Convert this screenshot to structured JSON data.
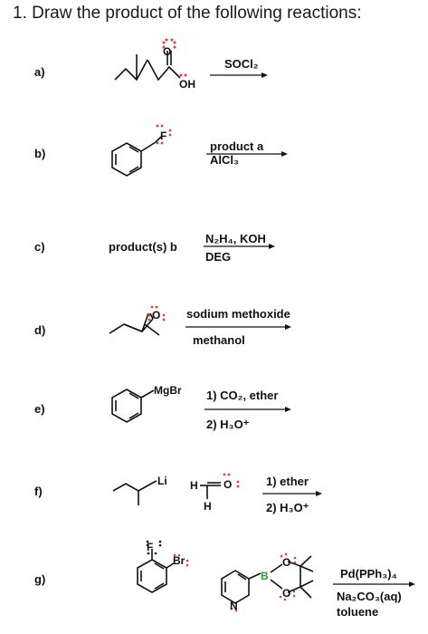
{
  "title": "1. Draw the product of the following reactions:",
  "problems": [
    {
      "label": "a)",
      "above": "SOCl₂",
      "below": "",
      "atoms": [
        "O",
        "OH"
      ]
    },
    {
      "label": "b)",
      "above": "product a",
      "below": "AlCl₃",
      "atoms": [
        "F"
      ]
    },
    {
      "label": "c)",
      "substrate": "product(s) b",
      "above": "N₂H₄, KOH",
      "below": "DEG"
    },
    {
      "label": "d)",
      "above": "sodium methoxide",
      "below": "methanol",
      "atoms": [
        "O"
      ]
    },
    {
      "label": "e)",
      "above": "1) CO₂, ether",
      "below": "2) H₃O⁺",
      "atoms": [
        "MgBr"
      ]
    },
    {
      "label": "f)",
      "above": "1) ether",
      "below": "2) H₃O⁺",
      "atoms": [
        "Li",
        "H",
        "O",
        "H"
      ]
    },
    {
      "label": "g)",
      "above": "Pd(PPh₃)₄",
      "below": "Na₂CO₃(aq)",
      "below2": "toluene",
      "atoms": [
        "F",
        "Br",
        "B",
        "O",
        "O",
        "N"
      ]
    }
  ],
  "colors": {
    "lone_pair": "#e23b3b",
    "text": "#111111"
  }
}
